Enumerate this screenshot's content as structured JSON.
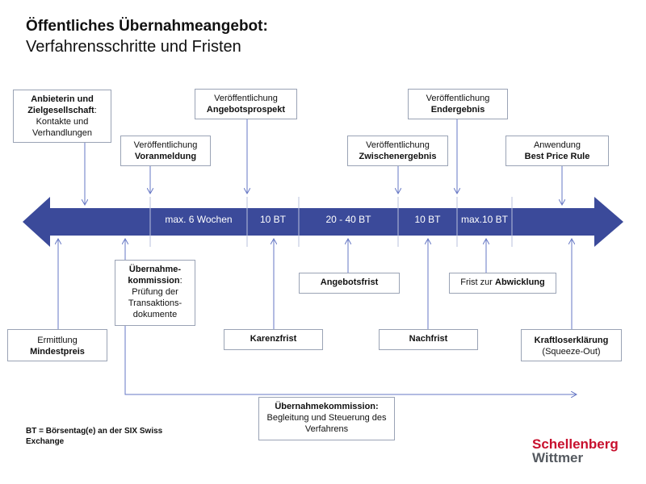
{
  "header": {
    "title": "Öffentliches Übernahmeangebot:",
    "subtitle": "Verfahrensschritte und Fristen"
  },
  "colors": {
    "bar": "#3b4a9a",
    "arrow_line": "#6677c4",
    "box_border": "#9aa3b5",
    "logo_red": "#c8102e",
    "logo_grey": "#555a60"
  },
  "segments": [
    "max. 6 Wochen",
    "10 BT",
    "20 - 40 BT",
    "10 BT",
    "max.10 BT"
  ],
  "boxes_top": {
    "anbieterin": {
      "bold": "Anbieterin und Zielgesellschaft",
      "text": ": Kontakte und Verhandlungen"
    },
    "voranmeldung": {
      "text": "Veröffentlichung",
      "bold": "Voranmeldung"
    },
    "angebotsprospekt": {
      "text": "Veröffentlichung",
      "bold": "Angebotsprospekt"
    },
    "zwischenergebnis": {
      "text": "Veröffentlichung",
      "bold": "Zwischenergebnis"
    },
    "endergebnis": {
      "text": "Veröffentlichung",
      "bold": "Endergebnis"
    },
    "best_price": {
      "text": "Anwendung",
      "bold": "Best Price Rule"
    }
  },
  "boxes_bottom": {
    "mindestpreis": {
      "text": "Ermittlung",
      "bold": "Mindestpreis"
    },
    "uebernahmekommission": {
      "bold": "Übernahme-kommission",
      "text": ": Prüfung der Transaktions-dokumente"
    },
    "karenzfrist": {
      "bold": "Karenzfrist"
    },
    "angebotsfrist": {
      "bold": "Angebotsfrist"
    },
    "nachfrist": {
      "bold": "Nachfrist"
    },
    "abwicklung": {
      "text": "Frist zur ",
      "bold": "Abwicklung"
    },
    "kraftloserklaerung": {
      "bold": "Kraftloserklärung",
      "text": "(Squeeze-Out)"
    },
    "begleitung": {
      "bold": "Übernahmekommission:",
      "text": "Begleitung und Steuerung des Verfahrens"
    }
  },
  "footnote": "BT = Börsentag(e)  an der SIX Swiss Exchange",
  "logo": {
    "line1": "Schellenberg",
    "line2": "Wittmer"
  }
}
